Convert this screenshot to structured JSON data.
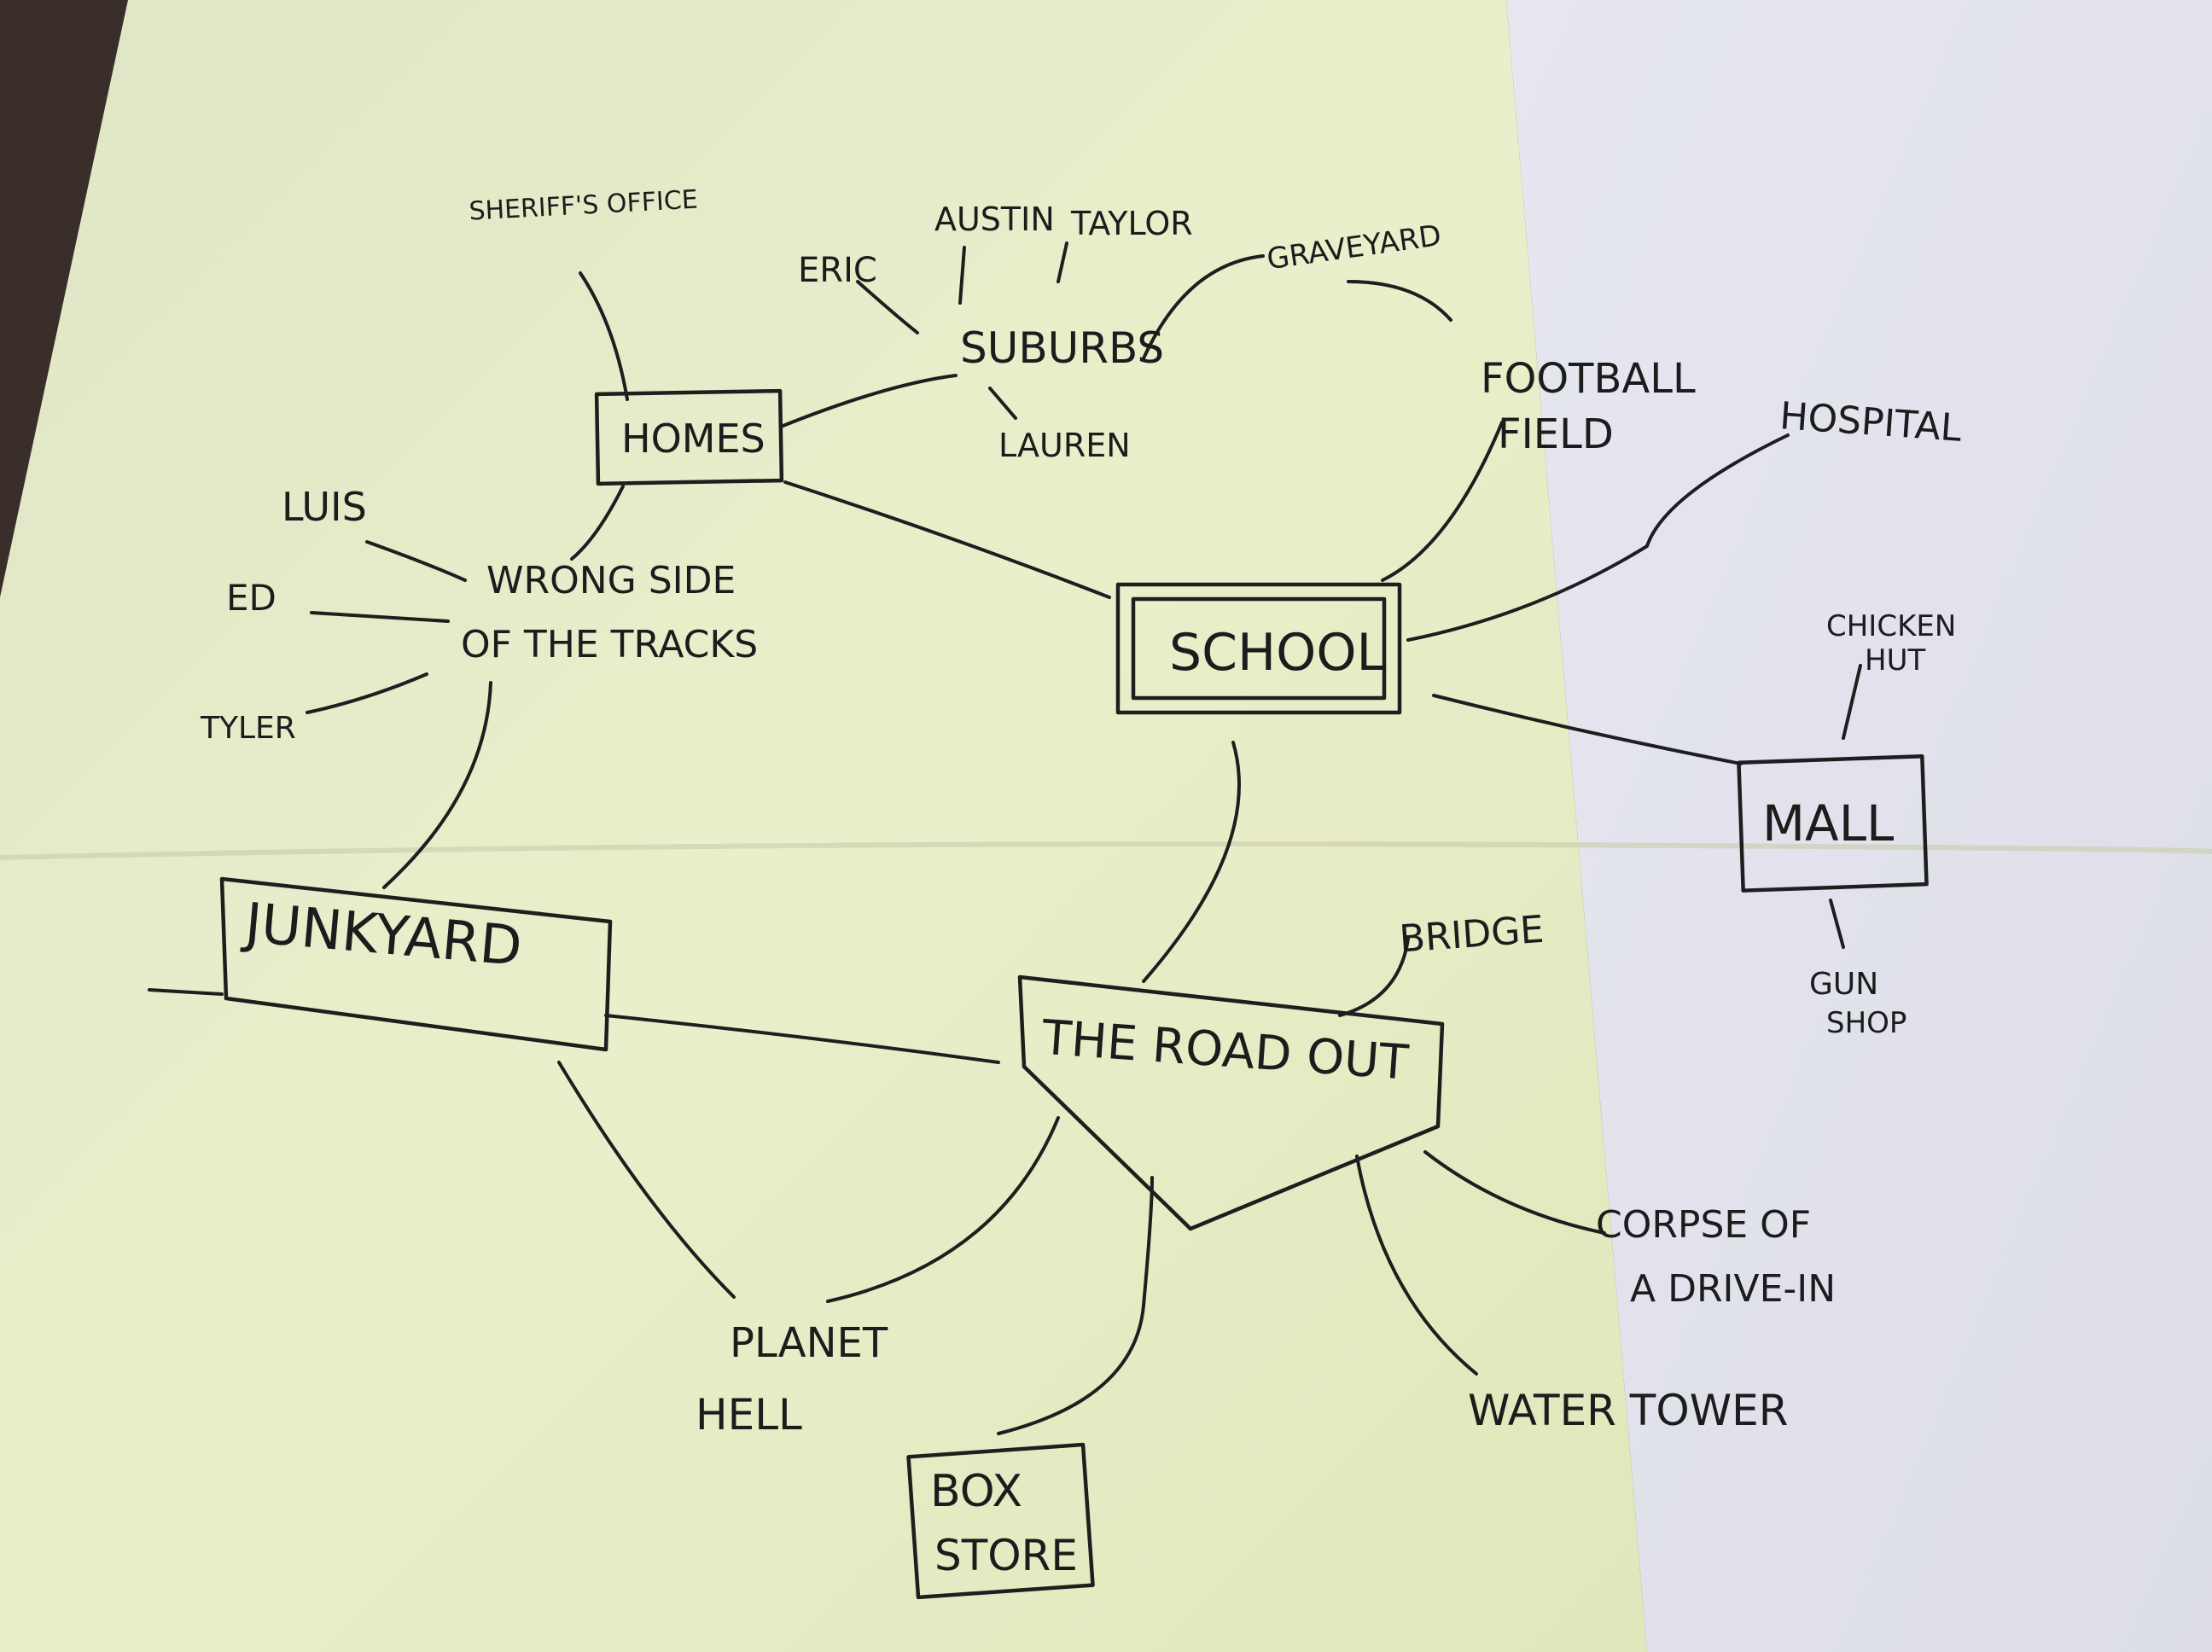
{
  "nodes": {
    "sheriffs_office": "SHERIFF'S OFFICE",
    "eric": "ERIC",
    "austin": "AUSTIN",
    "taylor": "TAYLOR",
    "graveyard": "GRAVEYARD",
    "suburbs": "SUBURBS",
    "lauren": "LAUREN",
    "homes": "HOMES",
    "football_field_1": "FOOTBALL",
    "football_field_2": "FIELD",
    "hospital": "HOSPITAL",
    "luis": "LUIS",
    "ed": "ED",
    "tyler": "TYLER",
    "wrong_side_1": "WRONG SIDE",
    "wrong_side_2": "OF THE TRACKS",
    "school": "SCHOOL",
    "chicken_hut_1": "CHICKEN",
    "chicken_hut_2": "HUT",
    "mall": "MALL",
    "junkyard": "JUNKYARD",
    "bridge": "BRIDGE",
    "gun_shop_1": "GUN",
    "gun_shop_2": "SHOP",
    "road_out": "THE ROAD OUT",
    "corpse_1": "CORPSE OF",
    "corpse_2": "A DRIVE-IN",
    "planet_hell_1": "PLANET",
    "planet_hell_2": "HELL",
    "water_tower": "WATER TOWER",
    "box_store_1": "BOX",
    "box_store_2": "STORE"
  },
  "colors": {
    "paper_left": "#e9ecc9",
    "paper_right": "#e5e5ea",
    "background": "#3a2e2a",
    "ink": "#1e1e1e"
  }
}
